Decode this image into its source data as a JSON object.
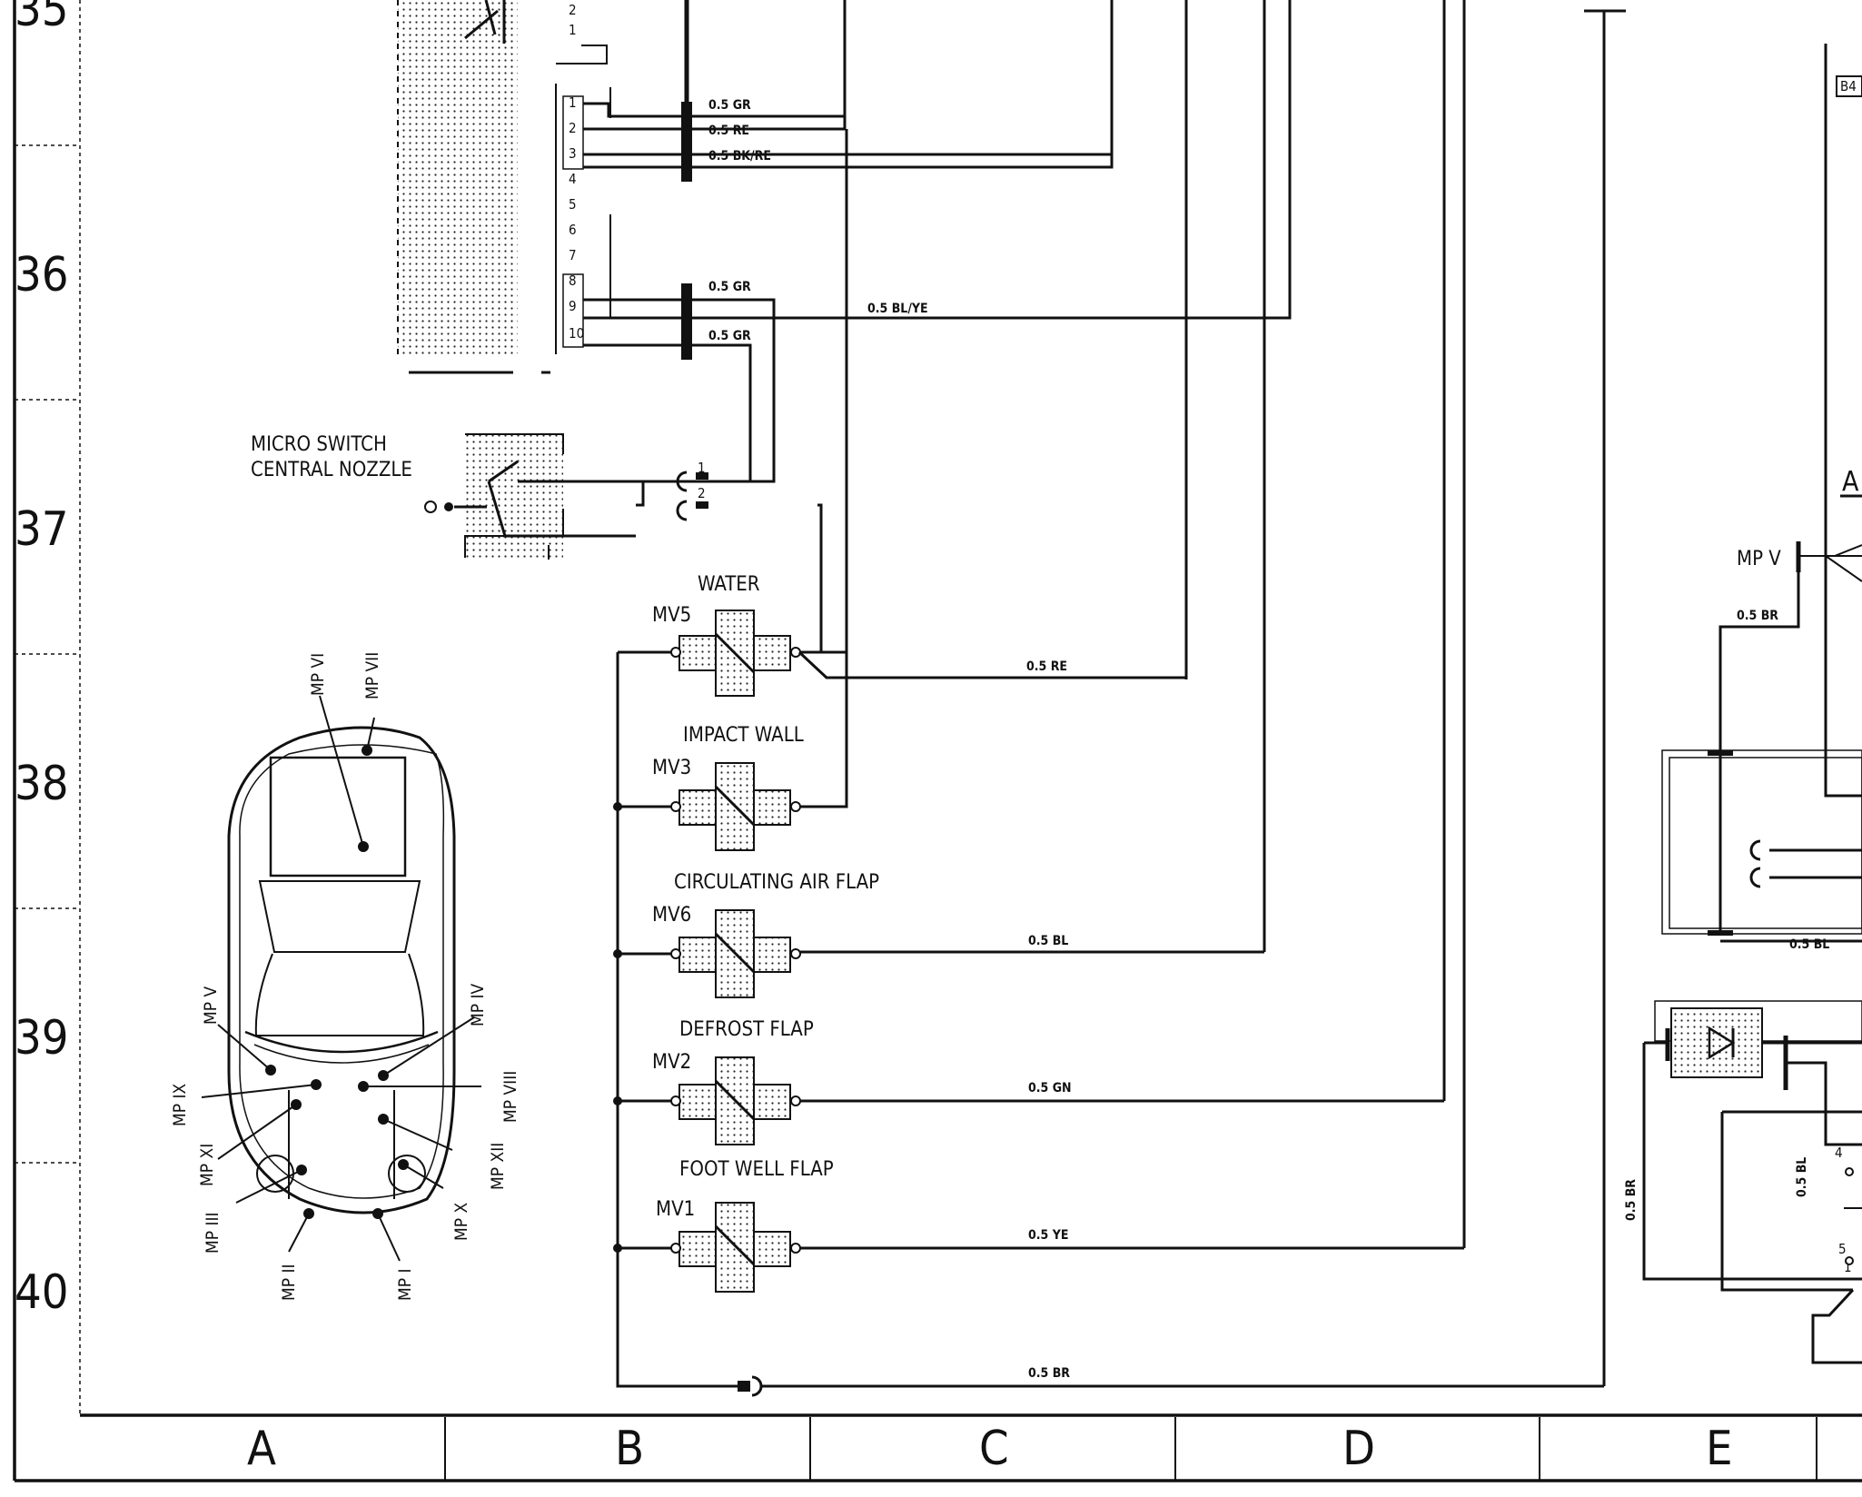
{
  "rows": [
    "35",
    "36",
    "37",
    "38",
    "39",
    "40"
  ],
  "columns": [
    "A",
    "B",
    "C",
    "D",
    "E"
  ],
  "connector": {
    "pins": [
      "1",
      "2",
      "3",
      "4",
      "5",
      "6",
      "7",
      "8",
      "9",
      "10"
    ],
    "top_pins": [
      "2",
      "1"
    ]
  },
  "wires": {
    "w1": "0.5 GR",
    "w2": "0.5 RE",
    "w3": "0.5 BK/RE",
    "w8": "0.5 GR",
    "w9": "0.5 BL/YE",
    "w10": "0.5 GR",
    "mv5": "0.5 RE",
    "mv6": "0.5 BL",
    "mv2": "0.5 GN",
    "mv1": "0.5 YE",
    "ground": "0.5 BR",
    "right_br_top": "0.5 BR",
    "right_bl": "0.5 BL",
    "right_bl_vert": "0.5 BL",
    "right_br_vert": "0.5 BR"
  },
  "micro_switch": {
    "label_line1": "MICRO SWITCH",
    "label_line2": "CENTRAL NOZZLE",
    "pins": [
      "1",
      "2"
    ]
  },
  "valves": [
    {
      "code": "MV5",
      "name": "WATER"
    },
    {
      "code": "MV3",
      "name": "IMPACT WALL"
    },
    {
      "code": "MV6",
      "name": "CIRCULATING AIR FLAP"
    },
    {
      "code": "MV2",
      "name": "DEFROST FLAP"
    },
    {
      "code": "MV1",
      "name": "FOOT WELL FLAP"
    }
  ],
  "measuring_points": {
    "mp1": "MP I",
    "mp2": "MP II",
    "mp3": "MP III",
    "mp4": "MP IV",
    "mp5": "MP V",
    "mp6": "MP VI",
    "mp7": "MP VII",
    "mp8": "MP VIII",
    "mp9": "MP IX",
    "mp10": "MP X",
    "mp11": "MP XI",
    "mp12": "MP XII"
  },
  "right_side": {
    "mp_label": "MP V",
    "tag": "B4",
    "letter": "A",
    "pin4": "4",
    "pin5": "5",
    "pin1": "1"
  }
}
